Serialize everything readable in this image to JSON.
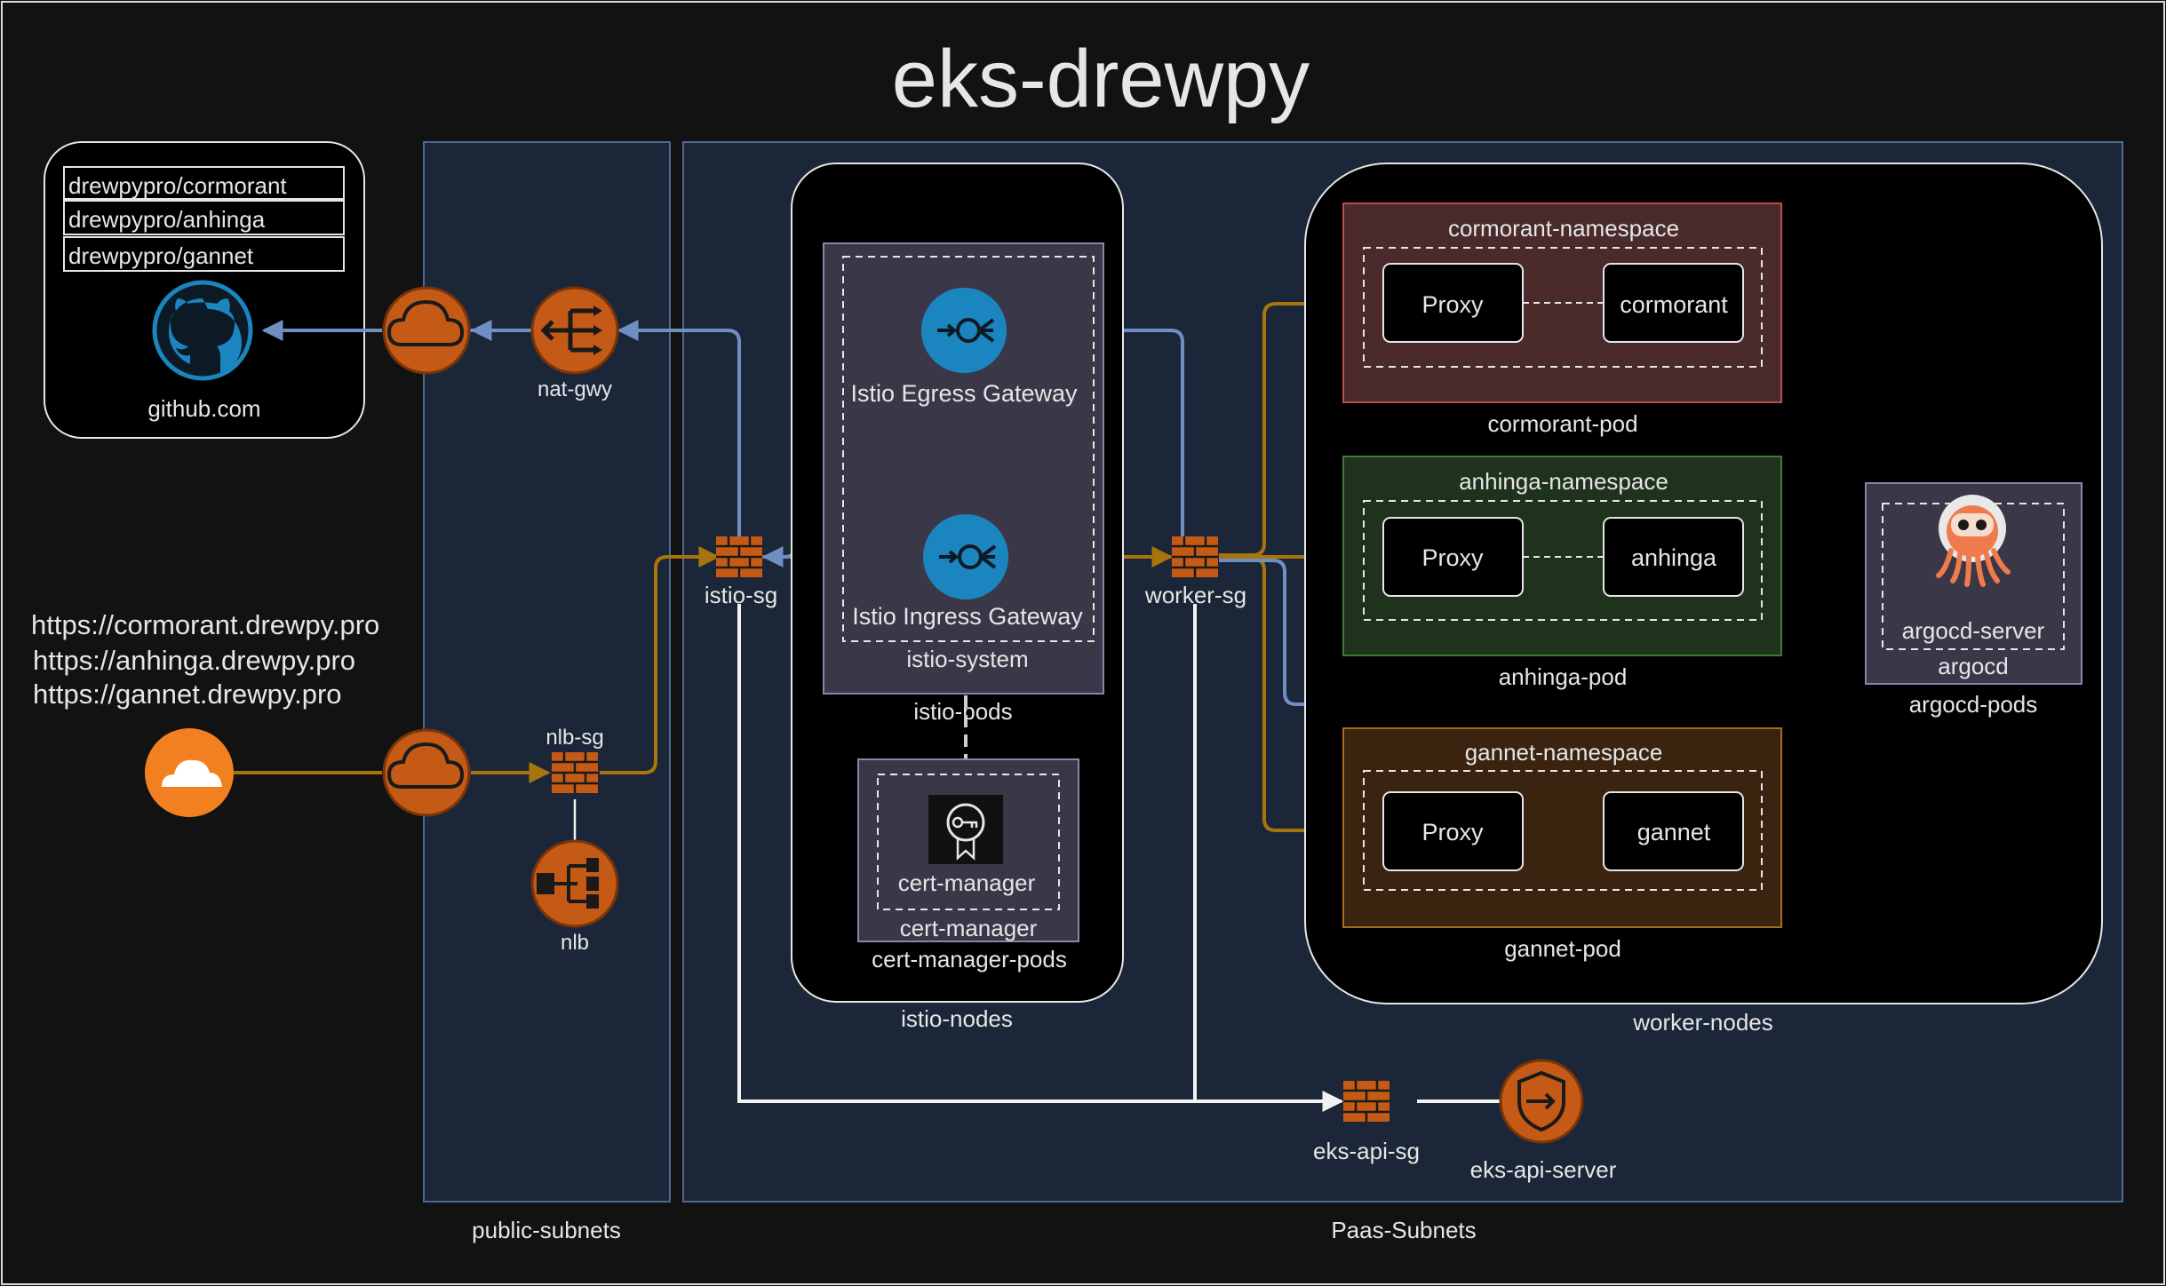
{
  "title": "eks-drewpy",
  "repos": [
    "drewpypro/cormorant",
    "drewpypro/anhinga",
    "drewpypro/gannet"
  ],
  "github": {
    "label": "github.com"
  },
  "urls": [
    "https://cormorant.drewpy.pro",
    "https://anhinga.drewpy.pro",
    "https://gannet.drewpy.pro"
  ],
  "public_subnets": {
    "label": "public-subnets",
    "nat_gwy": "nat-gwy",
    "nlb_sg": "nlb-sg",
    "nlb": "nlb"
  },
  "paas_subnets": {
    "label": "Paas-Subnets"
  },
  "istio_sg": "istio-sg",
  "worker_sg": "worker-sg",
  "istio_nodes": {
    "label": "istio-nodes",
    "istio_pods": "istio-pods",
    "istio_system": "istio-system",
    "egress": "Istio Egress Gateway",
    "ingress": "Istio Ingress Gateway",
    "cert_manager_pods": "cert-manager-pods",
    "cert_manager_ns": "cert-manager",
    "cert_manager": "cert-manager"
  },
  "worker_nodes": {
    "label": "worker-nodes",
    "pods": [
      {
        "namespace": "cormorant-namespace",
        "proxy": "Proxy",
        "app": "cormorant",
        "pod": "cormorant-pod",
        "color": "#4a2a2a",
        "border": "#b5504e"
      },
      {
        "namespace": "anhinga-namespace",
        "proxy": "Proxy",
        "app": "anhinga",
        "pod": "anhinga-pod",
        "color": "#1f321c",
        "border": "#3f7a36"
      },
      {
        "namespace": "gannet-namespace",
        "proxy": "Proxy",
        "app": "gannet",
        "pod": "gannet-pod",
        "color": "#3a2410",
        "border": "#a86a1c"
      }
    ]
  },
  "argocd": {
    "server": "argocd-server",
    "namespace": "argocd",
    "pods": "argocd-pods"
  },
  "eks_api": {
    "sg": "eks-api-sg",
    "server": "eks-api-server"
  },
  "colors": {
    "background": "#121212",
    "subnet": "#1b2638",
    "subnet_border": "#4f6a8f",
    "orange": "#c45a15",
    "orange_flow": "#a8740e",
    "blue_flow": "#6f8fc4",
    "istio_blue": "#1b85c0",
    "cloudflare": "#f38020"
  }
}
